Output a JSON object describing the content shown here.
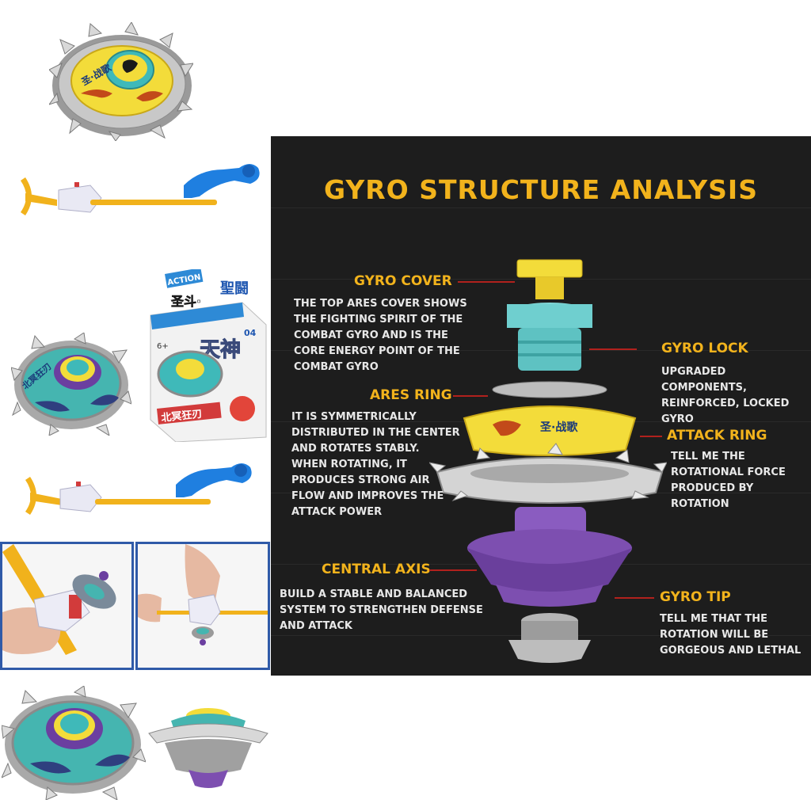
{
  "infographic": {
    "title": "GYRO STRUCTURE ANALYSIS",
    "parts": [
      {
        "label": "GYRO COVER",
        "description": "THE TOP ARES COVER SHOWS\nTHE FIGHTING SPIRIT OF THE\nCOMBAT GYRO AND IS THE\nCORE ENERGY POINT OF THE\nCOMBAT GYRO"
      },
      {
        "label": "GYRO LOCK",
        "description": "UPGRADED COMPONENTS,\nREINFORCED, LOCKED\nGYRO"
      },
      {
        "label": "ARES RING",
        "description": "IT IS SYMMETRICALLY\nDISTRIBUTED IN THE CENTER\nAND ROTATES STABLY.\nWHEN ROTATING, IT\nPRODUCES STRONG AIR\nFLOW AND IMPROVES THE\nATTACK POWER"
      },
      {
        "label": "ATTACK RING",
        "description": "TELL ME THE\nROTATIONAL FORCE\nPRODUCED BY ROTATION"
      },
      {
        "label": "CENTRAL AXIS",
        "description": "BUILD A STABLE AND BALANCED\nSYSTEM TO STRENGTHEN DEFENSE\n AND ATTACK"
      },
      {
        "label": "GYRO TIP",
        "description": "TELL ME THAT THE\nROTATION WILL BE\nGORGEOUS AND LETHAL"
      }
    ]
  },
  "package": {
    "badge": "ACTION",
    "age": "6+",
    "number": "04"
  },
  "colors": {
    "panel_bg": "#1d1d1d",
    "label": "#f2b31c",
    "leader_line": "#b1211d",
    "cover_yellow": "#f3dc3a",
    "lock_teal": "#6fcfcf",
    "axis_purple": "#7d4fb0",
    "ring_silver": "#c9c9c9",
    "photo_border": "#2f5aa8"
  },
  "icons": [
    "top-yellow",
    "launcher-left",
    "launcher-winder",
    "top-teal",
    "product-box",
    "launcher-left-2",
    "launcher-winder-2",
    "hand-launch-photo",
    "hand-pull-photo",
    "top-teal-bottom",
    "top-side-view"
  ]
}
